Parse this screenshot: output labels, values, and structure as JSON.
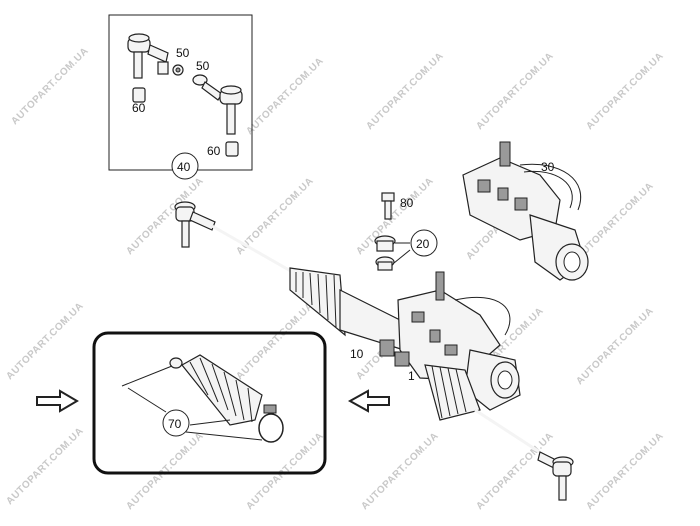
{
  "watermark": "AUTOPART.COM.UA",
  "callouts": {
    "n50a": "50",
    "n50b": "50",
    "n60a": "60",
    "n60b": "60",
    "n40": "40",
    "n30": "30",
    "n80": "80",
    "n20": "20",
    "n10": "10",
    "n1": "1",
    "n70": "70"
  },
  "colors": {
    "line": "#222222",
    "watermark": "#c9c9c9",
    "arrow": "#222222"
  },
  "icons": [
    "arrow-right-icon",
    "arrow-left-icon"
  ]
}
